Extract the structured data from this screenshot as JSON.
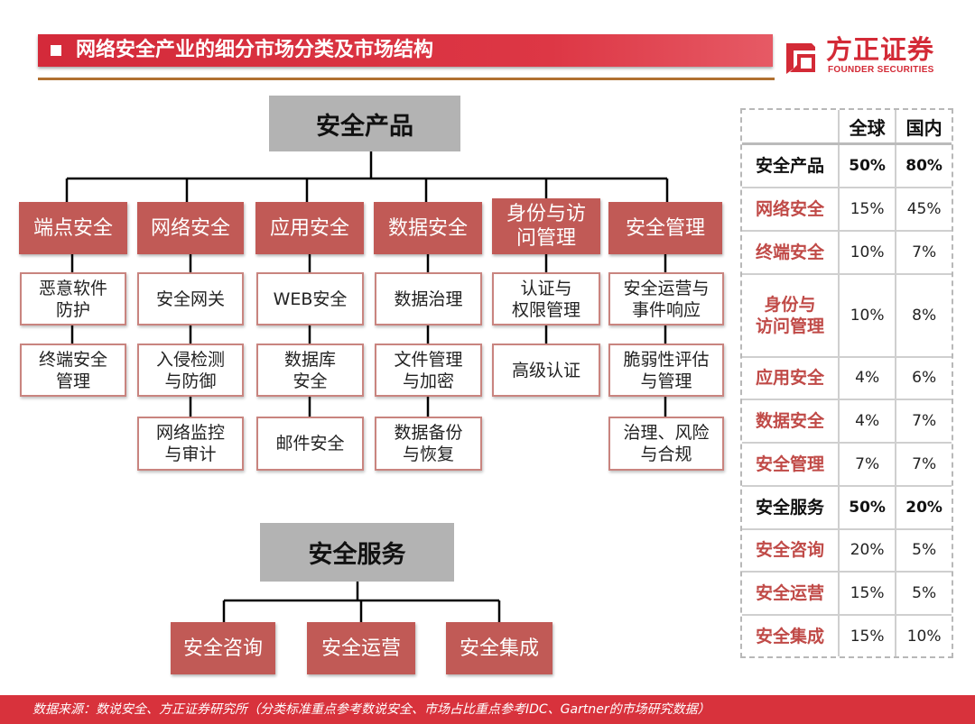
{
  "header": {
    "title": "网络安全产业的细分市场分类及市场结构",
    "logo_name": "方正证券",
    "logo_sub": "FOUNDER SECURITIES"
  },
  "products": {
    "title": "安全产品",
    "categories": [
      {
        "label": "端点安全",
        "items": [
          "恶意软件\n防护",
          "终端安全\n管理"
        ]
      },
      {
        "label": "网络安全",
        "items": [
          "安全网关",
          "入侵检测\n与防御",
          "网络监控\n与审计"
        ]
      },
      {
        "label": "应用安全",
        "items": [
          "WEB安全",
          "数据库\n安全",
          "邮件安全"
        ]
      },
      {
        "label": "数据安全",
        "items": [
          "数据治理",
          "文件管理\n与加密",
          "数据备份\n与恢复"
        ]
      },
      {
        "label": "身份与访\n问管理",
        "items": [
          "认证与\n权限管理",
          "高级认证"
        ]
      },
      {
        "label": "安全管理",
        "items": [
          "安全运营与\n事件响应",
          "脆弱性评估\n与管理",
          "治理、风险\n与合规"
        ]
      }
    ]
  },
  "services": {
    "title": "安全服务",
    "items": [
      "安全咨询",
      "安全运营",
      "安全集成"
    ]
  },
  "share_table": {
    "col_global": "全球",
    "col_domestic": "国内",
    "rows": [
      {
        "name": "安全产品",
        "global": "50%",
        "domestic": "80%",
        "header": true
      },
      {
        "name": "网络安全",
        "global": "15%",
        "domestic": "45%"
      },
      {
        "name": "终端安全",
        "global": "10%",
        "domestic": "7%"
      },
      {
        "name": "身份与\n访问管理",
        "global": "10%",
        "domestic": "8%"
      },
      {
        "name": "应用安全",
        "global": "4%",
        "domestic": "6%"
      },
      {
        "name": "数据安全",
        "global": "4%",
        "domestic": "7%"
      },
      {
        "name": "安全管理",
        "global": "7%",
        "domestic": "7%"
      },
      {
        "name": "安全服务",
        "global": "50%",
        "domestic": "20%",
        "header": true
      },
      {
        "name": "安全咨询",
        "global": "20%",
        "domestic": "5%"
      },
      {
        "name": "安全运营",
        "global": "15%",
        "domestic": "5%"
      },
      {
        "name": "安全集成",
        "global": "15%",
        "domestic": "10%"
      }
    ]
  },
  "footer": {
    "source": "数据来源：数说安全、方正证券研究所（分类标准重点参考数说安全、市场占比重点参考IDC、Gartner的市场研究数据）"
  },
  "colors": {
    "brand_red": "#d32a36",
    "category_fill": "#c15a56",
    "header_gray": "#b3b3b3",
    "sub_border": "#c9847f"
  }
}
